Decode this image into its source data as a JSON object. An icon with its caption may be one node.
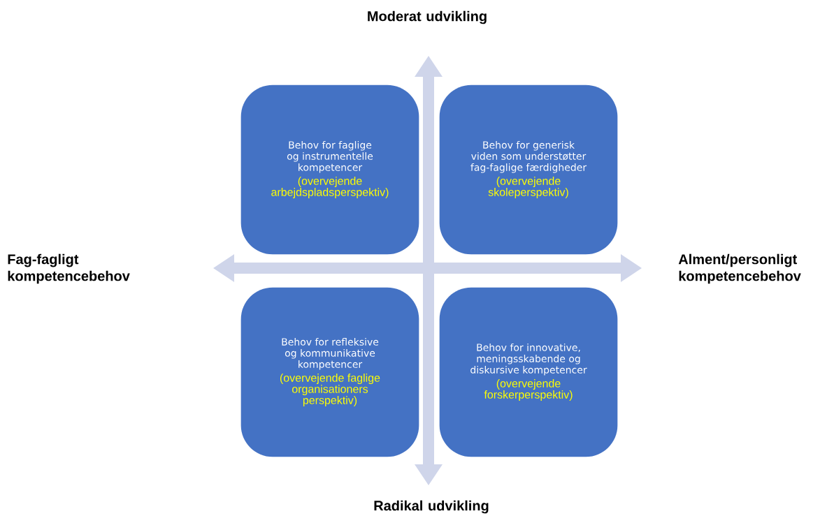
{
  "diagram": {
    "nodes": [
      {
        "text": [
          "Behov for faglige og instrumentelle kompetencer",
          "(overvejende arbejdspladsperspektiv)"
        ]
      },
      {
        "text": [
          "Behov for generisk viden som understøtter fag-faglige færdigheder",
          "(overvejende skoleperspektiv)"
        ]
      },
      {
        "text": [
          "Behov for refleksive og kommunikative kompetencer",
          "(overvejende faglige organisationers perspektiv)"
        ]
      },
      {
        "text": [
          "Behov for innovative, meningsskabende og diskursive kompetencer",
          "(overvejende forskerperspektiv)"
        ]
      }
    ],
    "labels": [
      "Moderat udvikling",
      "Fag-fagligt kompetencebehov",
      "Alment/personligt kompetencebehov",
      "Radikal udvikling"
    ]
  }
}
